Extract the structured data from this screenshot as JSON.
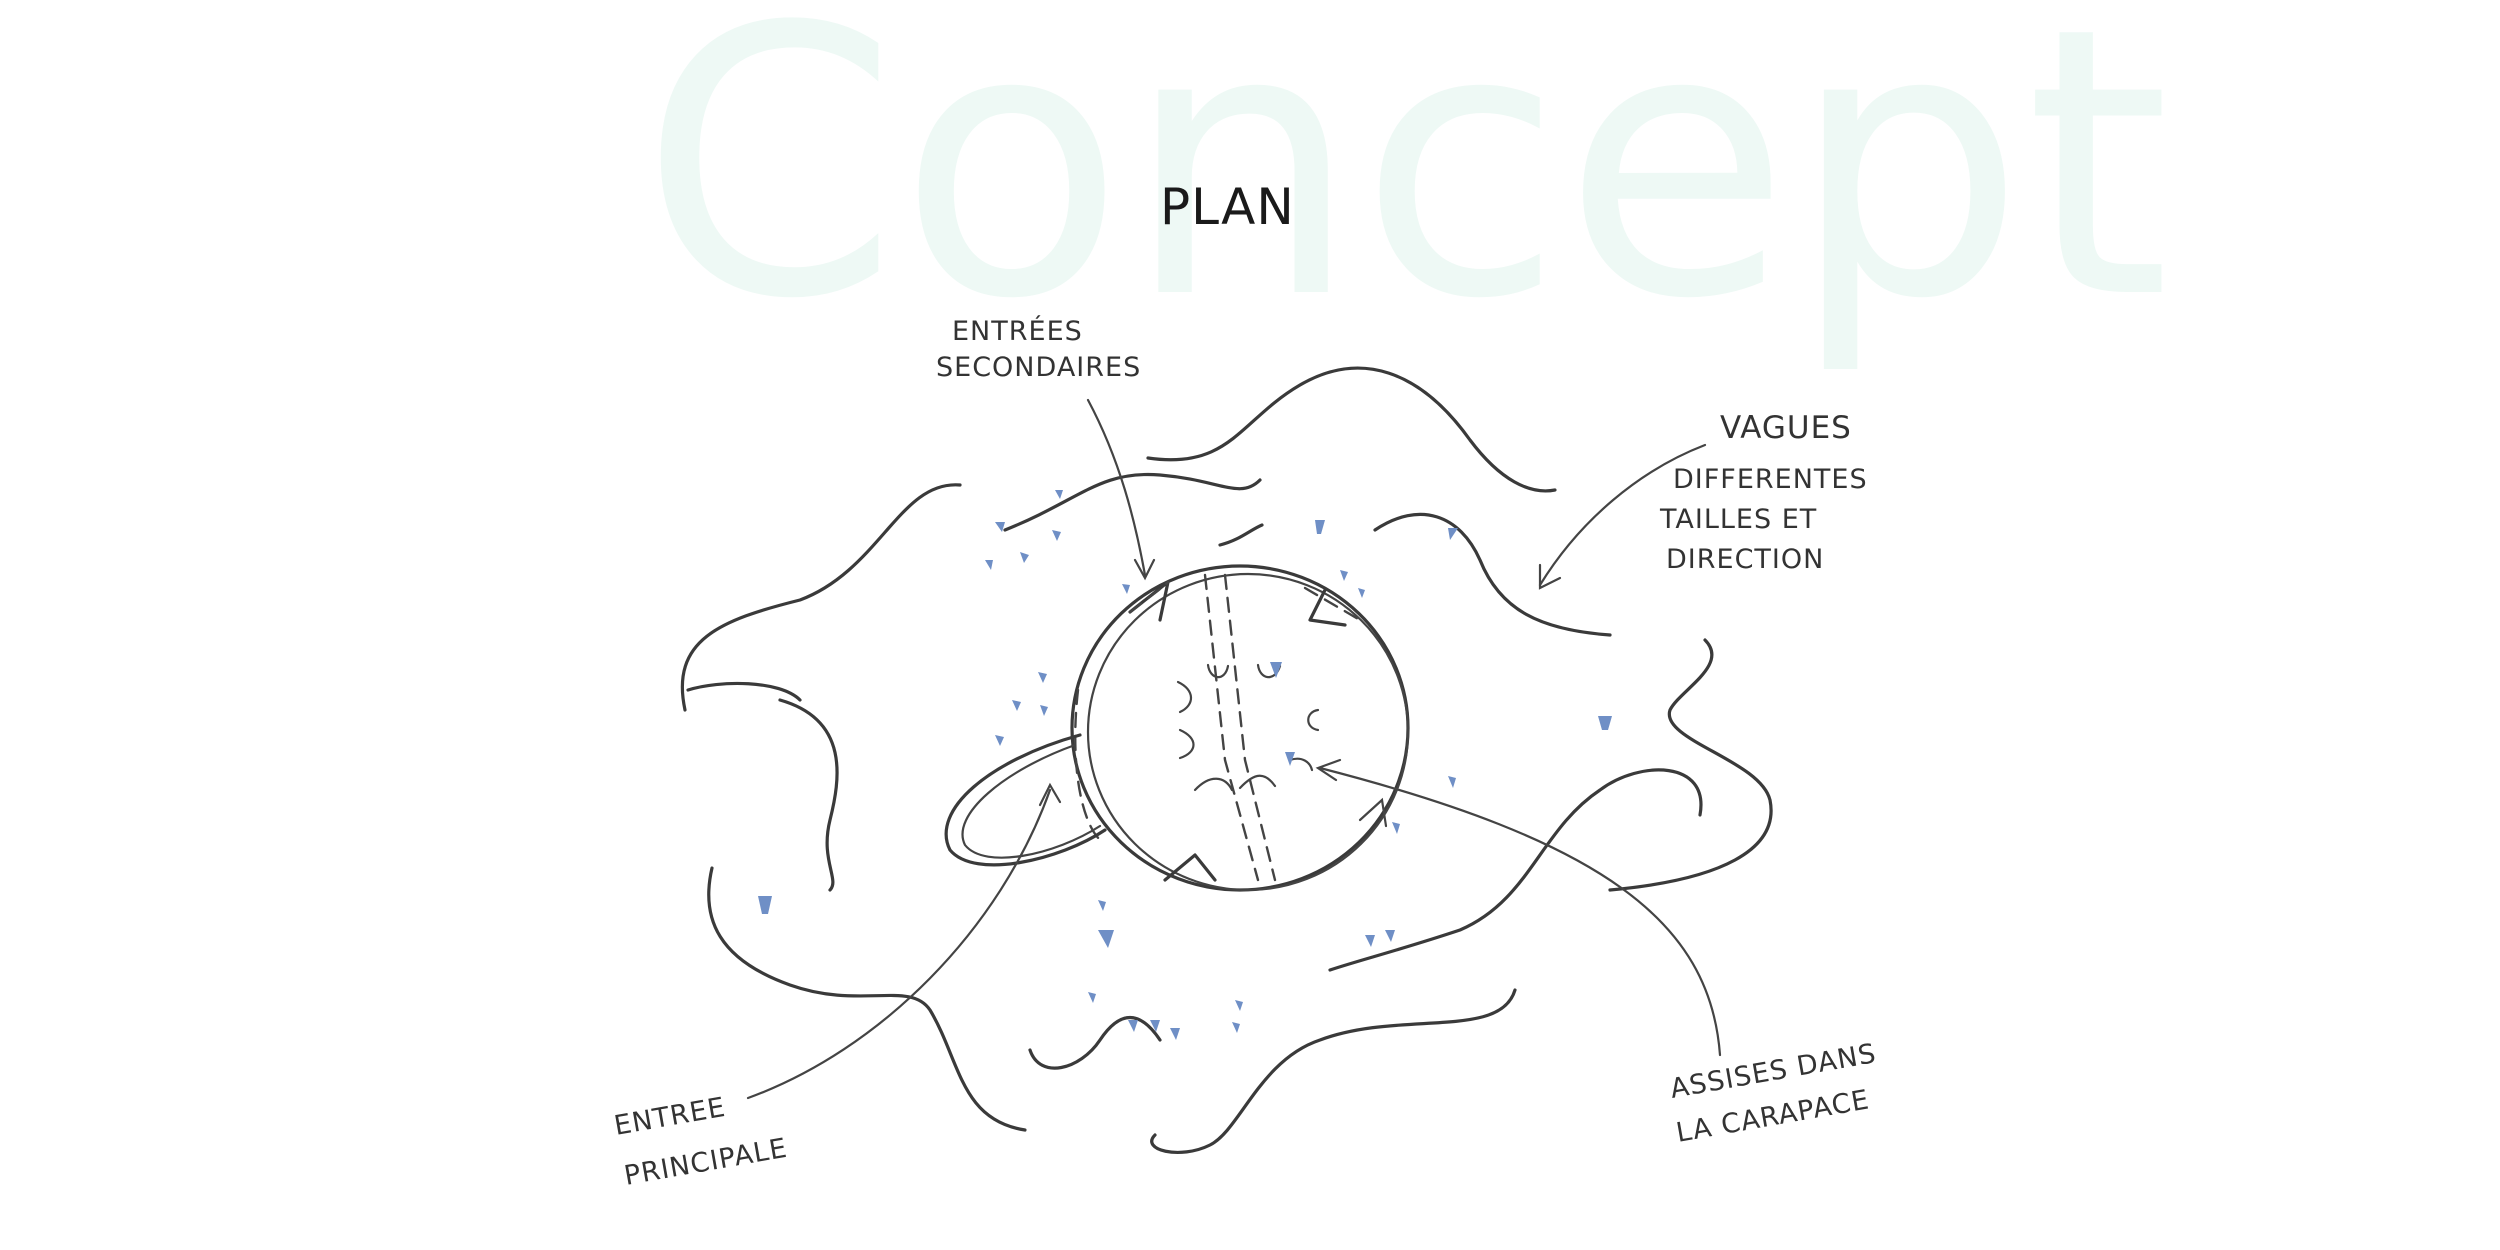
{
  "background_word": "Concept",
  "title": "PLAN",
  "labels": {
    "secondary_entrances": [
      "ENTRÉES",
      "SECONDAIRES"
    ],
    "waves": [
      "VAGUES",
      "DIFFERENTES",
      "TAILLES ET",
      "DIRECTION"
    ],
    "main_entrance": [
      "ENTREE",
      "PRINCIPALE"
    ],
    "seating": [
      "ASSISES DANS",
      "LA CARAPACE"
    ]
  },
  "colors": {
    "background_word": "#eef9f5",
    "ink": "#3a3a3a",
    "people": "#6f8fc6"
  }
}
